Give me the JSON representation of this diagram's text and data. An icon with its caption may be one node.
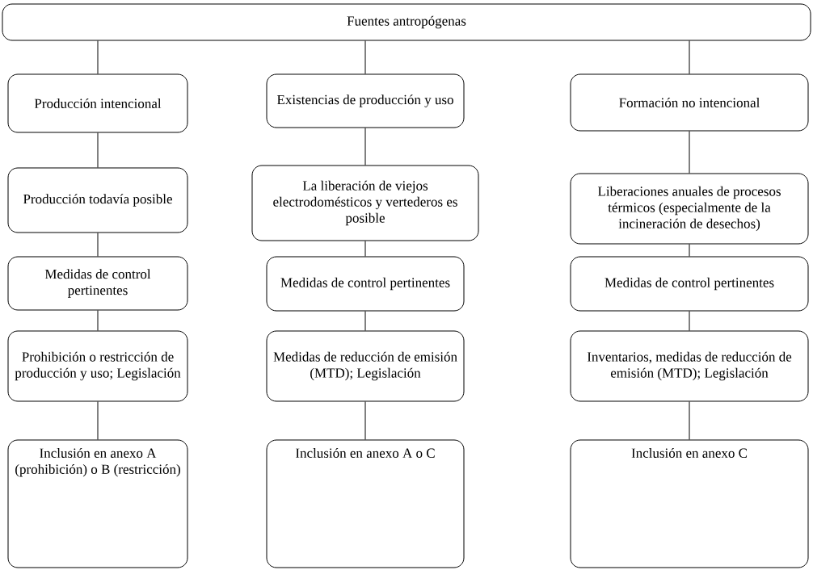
{
  "diagram": {
    "nodes": [
      {
        "text": [
          "Fuentes antropógenas"
        ]
      },
      {
        "text": [
          "Producción intencional"
        ]
      },
      {
        "text": [
          "Existencias de producción y uso"
        ]
      },
      {
        "text": [
          "Formación no intencional"
        ]
      },
      {
        "text": [
          "Producción todavía posible"
        ]
      },
      {
        "text": [
          "La liberación de viejos electrodomésticos y vertederos es posible"
        ]
      },
      {
        "text": [
          "Liberaciones anuales de procesos térmicos (especialmente de la incineración de desechos)"
        ]
      },
      {
        "text": [
          "Medidas de control pertinentes"
        ]
      },
      {
        "text": [
          "Medidas de control pertinentes"
        ]
      },
      {
        "text": [
          "Medidas de control pertinentes"
        ]
      },
      {
        "text": [
          "Prohibición o restricción de producción y uso; Legislación"
        ]
      },
      {
        "text": [
          "Medidas de reducción de emisión (MTD); Legislación"
        ]
      },
      {
        "text": [
          "Inventarios, medidas de reducción de emisión (MTD); Legislación"
        ]
      },
      {
        "text": [
          "Inclusión en anexo A (prohibición) o B (restricción)"
        ]
      },
      {
        "text": [
          "Inclusión en anexo A o C"
        ]
      },
      {
        "text": [
          "Inclusión en anexo C"
        ]
      }
    ],
    "edges": [
      {
        "from": 0,
        "to": 1,
        "arrow": "none"
      },
      {
        "from": 0,
        "to": 2,
        "arrow": "none"
      },
      {
        "from": 0,
        "to": 3,
        "arrow": "none"
      },
      {
        "from": 1,
        "to": 4,
        "arrow": "none"
      },
      {
        "from": 2,
        "to": 5,
        "arrow": "none"
      },
      {
        "from": 3,
        "to": 6,
        "arrow": "none"
      },
      {
        "from": 4,
        "to": 7,
        "arrow": "none"
      },
      {
        "from": 5,
        "to": 8,
        "arrow": "none"
      },
      {
        "from": 6,
        "to": 9,
        "arrow": "none"
      },
      {
        "from": 7,
        "to": 10,
        "arrow": "none"
      },
      {
        "from": 8,
        "to": 11,
        "arrow": "none"
      },
      {
        "from": 9,
        "to": 12,
        "arrow": "none"
      },
      {
        "from": 10,
        "to": 13,
        "arrow": "none"
      },
      {
        "from": 11,
        "to": 14,
        "arrow": "none"
      },
      {
        "from": 12,
        "to": 15,
        "arrow": "none"
      }
    ]
  }
}
